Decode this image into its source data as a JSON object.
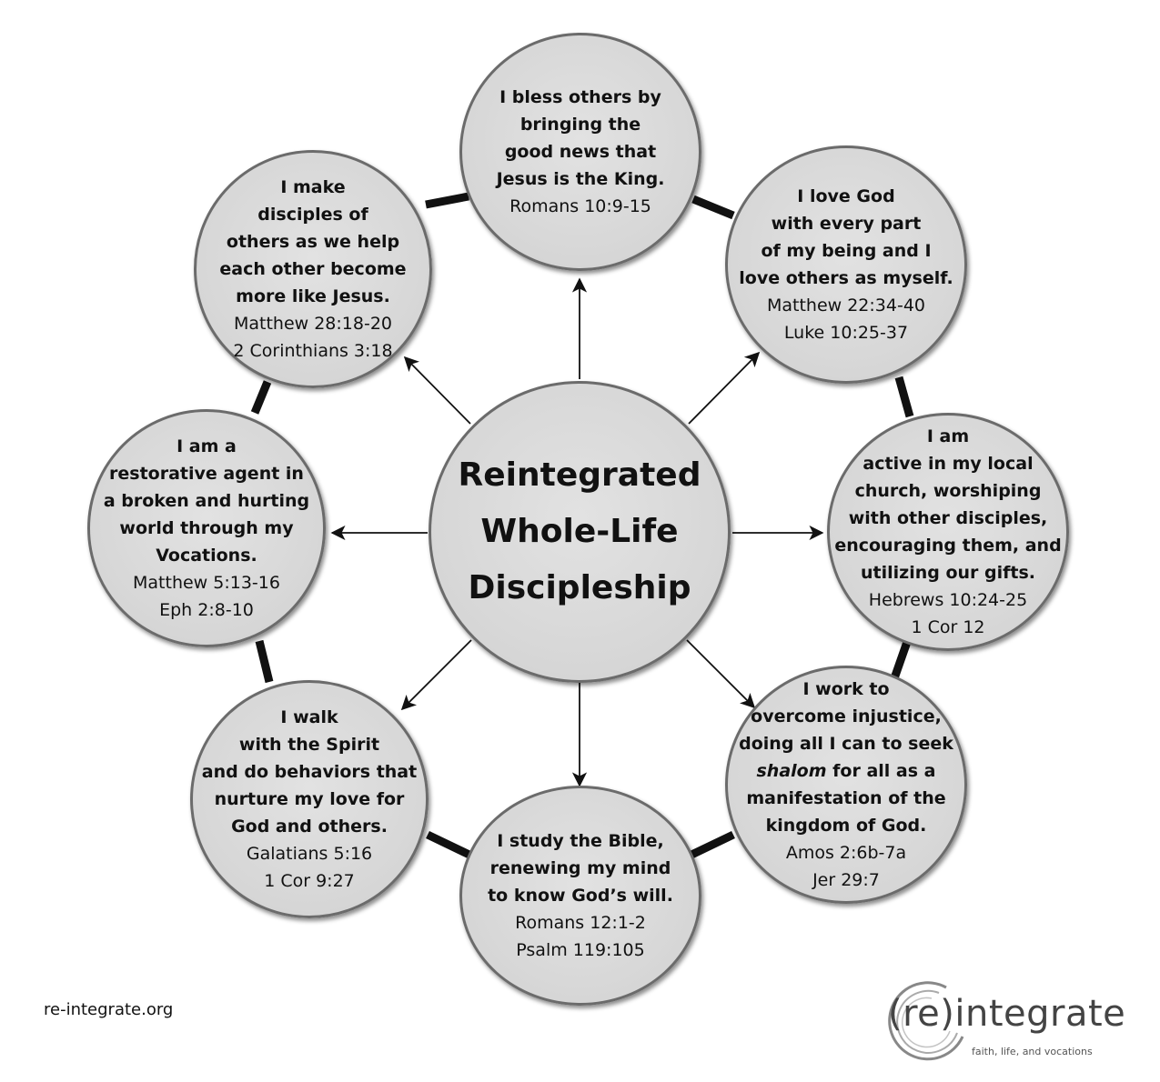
{
  "center": {
    "title": "Reintegrated\nWhole-Life\nDiscipleship"
  },
  "nodes": [
    {
      "id": "blessing",
      "statement": "I bless others by\nbringing the\ngood news that\nJesus is the King.",
      "refs": "Romans 10:9-15"
    },
    {
      "id": "love",
      "statement": "I love God\nwith every part\nof my being and I\nlove others as myself.",
      "refs": "Matthew 22:34-40\nLuke 10:25-37"
    },
    {
      "id": "church",
      "statement": "I am\nactive in my local\nchurch, worshiping\nwith other disciples,\nencouraging them, and\nutilizing our gifts.",
      "refs": "Hebrews 10:24-25\n1 Cor 12"
    },
    {
      "id": "justice",
      "statement_parts": [
        "I work to\novercome injustice,\ndoing all I can to seek\n",
        "shalom",
        " for all as a\nmanifestation of the\nkingdom of God."
      ],
      "refs": "Amos 2:6b-7a\nJer 29:7"
    },
    {
      "id": "bible",
      "statement": "I study the Bible,\nrenewing my mind\nto know God’s will.",
      "refs": "Romans 12:1-2\nPsalm 119:105"
    },
    {
      "id": "spirit",
      "statement": "I walk\nwith the Spirit\nand do behaviors that\nnurture my love for\nGod and others.",
      "refs": "Galatians 5:16\n1 Cor 9:27"
    },
    {
      "id": "vocation",
      "statement": "I am a\nrestorative agent in\na broken and hurting\nworld through my\nVocations.",
      "refs": "Matthew 5:13-16\nEph 2:8-10"
    },
    {
      "id": "disciples",
      "statement": "I make\ndisciples of\nothers as we help\neach other become\nmore like Jesus.",
      "refs": "Matthew 28:18-20\n2 Corinthians 3:18"
    }
  ],
  "footer": {
    "url": "re-integrate.org"
  },
  "logo": {
    "wordmark": "(re)integrate",
    "tagline": "faith, life, and vocations"
  }
}
